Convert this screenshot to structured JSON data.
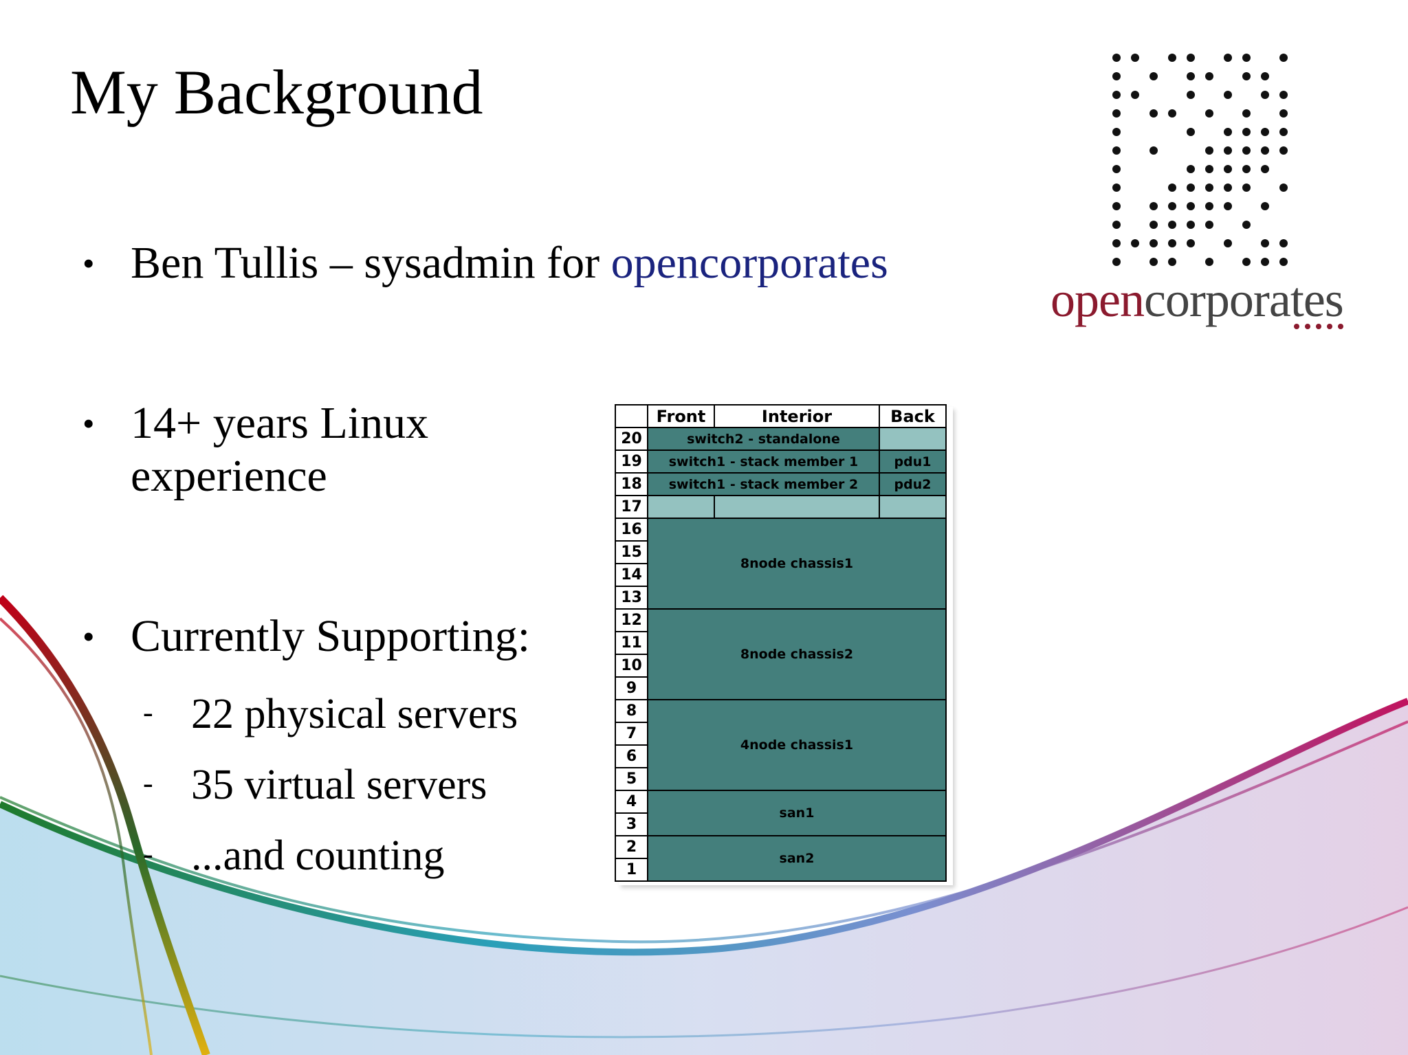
{
  "slide": {
    "title": "My Background",
    "bullets": [
      {
        "prefix": "Ben Tullis – sysadmin for ",
        "link": "opencorporates"
      },
      {
        "lines": [
          "14+ years Linux",
          "experience"
        ]
      },
      {
        "text": "Currently Supporting:"
      }
    ],
    "sub_items": [
      "22 physical servers",
      "35 virtual servers",
      "...and counting"
    ],
    "bullet_char": "•",
    "dash_char": "-"
  },
  "logo": {
    "word_open": "open",
    "word_rest": "corporates",
    "colors": {
      "open": "#8b1a2e",
      "rest": "#444444",
      "dots": "#8b1a2e"
    }
  },
  "rack": {
    "headers": [
      "Front",
      "Interior",
      "Back"
    ],
    "units": [
      "20",
      "19",
      "18",
      "17",
      "16",
      "15",
      "14",
      "13",
      "12",
      "11",
      "10",
      "9",
      "8",
      "7",
      "6",
      "5",
      "4",
      "3",
      "2",
      "1"
    ],
    "devices": [
      {
        "label": "switch2 - standalone",
        "back": ""
      },
      {
        "label": "switch1 - stack member 1",
        "back": "pdu1"
      },
      {
        "label": "switch1 - stack member 2",
        "back": "pdu2"
      },
      {
        "label": "8node chassis1"
      },
      {
        "label": "8node chassis2"
      },
      {
        "label": "4node chassis1"
      },
      {
        "label": "san1"
      },
      {
        "label": "san2"
      }
    ],
    "colors": {
      "device": "#447f7c",
      "empty": "#94c2c0"
    }
  }
}
